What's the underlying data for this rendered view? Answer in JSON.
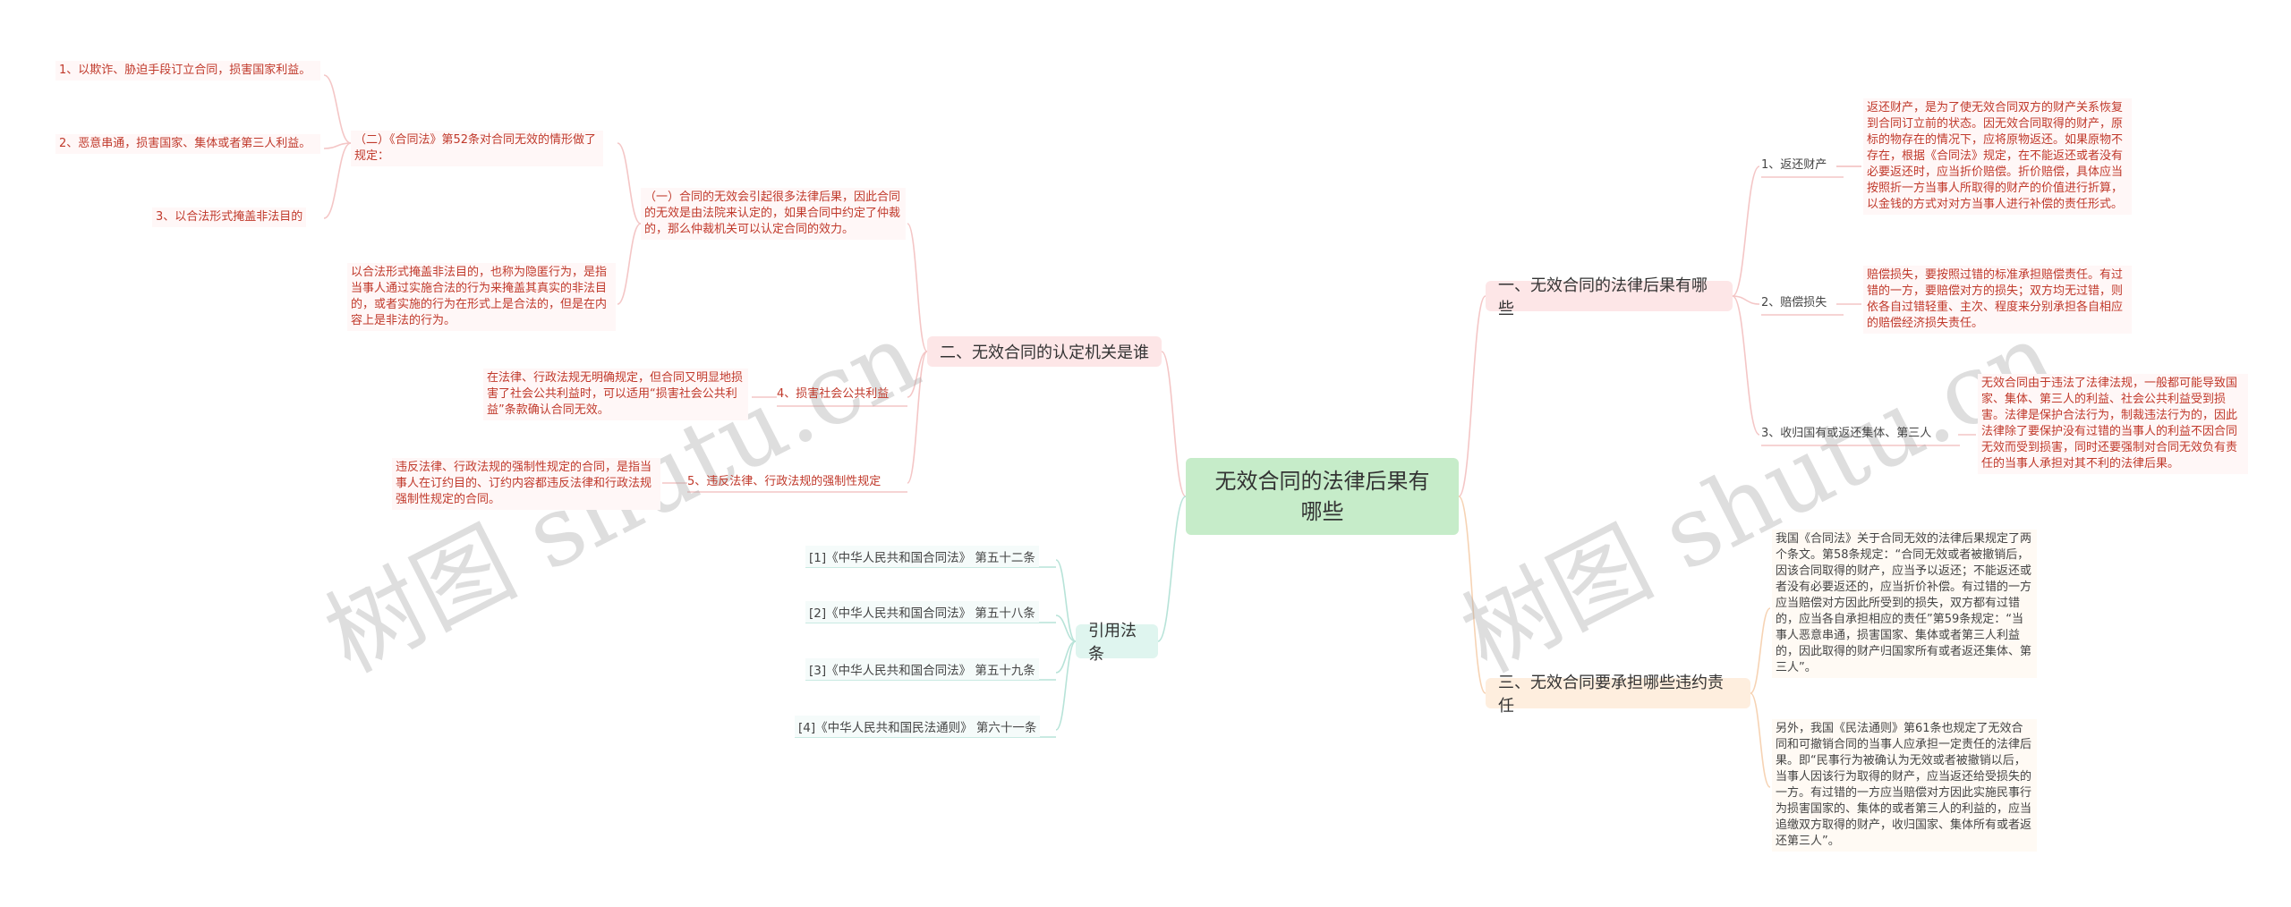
{
  "root": {
    "title": "无效合同的法律后果有哪些"
  },
  "watermark": "树图 shutu.cn",
  "branches": {
    "b1": {
      "label": "一、无效合同的法律后果有哪些"
    },
    "b2": {
      "label": "二、无效合同的认定机关是谁"
    },
    "b3": {
      "label": "三、无效合同要承担哪些违约责任"
    },
    "b4": {
      "label": "引用法条"
    }
  },
  "b1_items": [
    {
      "label": "1、返还财产",
      "text": "返还财产，是为了使无效合同双方的财产关系恢复到合同订立前的状态。因无效合同取得的财产，原标的物存在的情况下，应将原物返还。如果原物不存在，根据《合同法》规定，在不能返还或者没有必要返还时，应当折价赔偿。折价赔偿，具体应当按照折一方当事人所取得的财产的价值进行折算，以金钱的方式对对方当事人进行补偿的责任形式。"
    },
    {
      "label": "2、赔偿损失",
      "text": "赔偿损失，要按照过错的标准承担赔偿责任。有过错的一方，要赔偿对方的损失；双方均无过错，则依各自过错轻重、主次、程度来分别承担各自相应的赔偿经济损失责任。"
    },
    {
      "label": "3、收归国有或返还集体、第三人",
      "text": "无效合同由于违法了法律法规，一般都可能导致国家、集体、第三人的利益、社会公共利益受到损害。法律是保护合法行为，制裁违法行为的，因此法律除了要保护没有过错的当事人的利益不因合同无效而受到损害，同时还要强制对合同无效负有责任的当事人承担对其不利的法律后果。"
    }
  ],
  "b3_items": [
    {
      "text": "我国《合同法》关于合同无效的法律后果规定了两个条文。第58条规定：“合同无效或者被撤销后，因该合同取得的财产，应当予以返还；不能返还或者没有必要返还的，应当折价补偿。有过错的一方应当赔偿对方因此所受到的损失，双方都有过错的，应当各自承担相应的责任”第59条规定：“当事人恶意串通，损害国家、集体或者第三人利益的，因此取得的财产归国家所有或者返还集体、第三人”。"
    },
    {
      "text": "另外，我国《民法通则》第61条也规定了无效合同和可撤销合同的当事人应承担一定责任的法律后果。即“民事行为被确认为无效或者被撤销以后，当事人因该行为取得的财产，应当返还给受损失的一方。有过错的一方应当赔偿对方因此实施民事行为损害国家的、集体的或者第三人的利益的，应当追缴双方取得的财产，收归国家、集体所有或者返还第三人”。"
    }
  ],
  "b2": {
    "item1": {
      "text": "（一）合同的无效会引起很多法律后果，因此合同的无效是由法院来认定的，如果合同中约定了仲裁的，那么仲裁机关可以认定合同的效力。"
    },
    "sub": {
      "text": "（二）《合同法》第52条对合同无效的情形做了规定：",
      "items": [
        "1、以欺诈、胁迫手段订立合同，损害国家利益。",
        "2、恶意串通，损害国家、集体或者第三人利益。",
        "3、以合法形式掩盖非法目的"
      ]
    },
    "item3": {
      "text": "以合法形式掩盖非法目的，也称为隐匿行为，是指当事人通过实施合法的行为来掩盖其真实的非法目的，或者实施的行为在形式上是合法的，但是在内容上是非法的行为。"
    },
    "item4": {
      "label": "4、损害社会公共利益",
      "text": "在法律、行政法规无明确规定，但合同又明显地损害了社会公共利益时，可以适用“损害社会公共利益”条款确认合同无效。"
    },
    "item5": {
      "label": "5、违反法律、行政法规的强制性规定",
      "text": "违反法律、行政法规的强制性规定的合同，是指当事人在订约目的、订约内容都违反法律和行政法规强制性规定的合同。"
    }
  },
  "refs": [
    "[1]《中华人民共和国合同法》 第五十二条",
    "[2]《中华人民共和国合同法》 第五十八条",
    "[3]《中华人民共和国合同法》 第五十九条",
    "[4]《中华人民共和国民法通则》 第六十一条"
  ],
  "colors": {
    "root_bg": "#c6ecc9",
    "pink_branch": "#fde6e7",
    "peach_branch": "#feeede",
    "mint_branch": "#dff5ef",
    "pink_line": "#f4c6c6",
    "peach_line": "#f6d3b4",
    "mint_line": "#b7e3d8",
    "red_text": "#c0392b"
  }
}
